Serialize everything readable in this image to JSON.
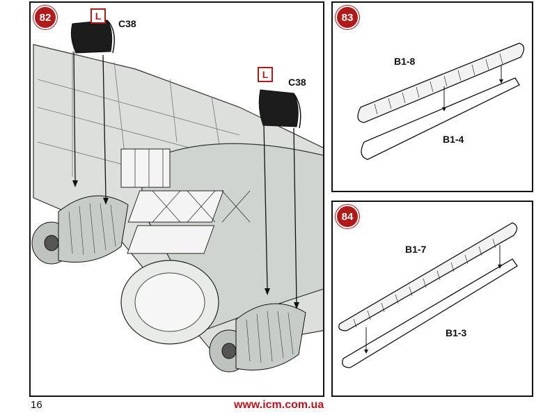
{
  "steps": {
    "s82": {
      "number": "82",
      "part_c38_a": "C38",
      "part_c38_b": "C38",
      "marker_l_a": "L",
      "marker_l_b": "L"
    },
    "s83": {
      "number": "83",
      "part_upper": "B1-8",
      "part_lower": "B1-4"
    },
    "s84": {
      "number": "84",
      "part_upper": "B1-7",
      "part_lower": "B1-3"
    }
  },
  "footer": {
    "page_number": "16",
    "website": "www.icm.com.ua"
  },
  "colors": {
    "accent_red": "#b01a1a",
    "wing_fill": "#d9dcd9",
    "line": "#222222"
  }
}
